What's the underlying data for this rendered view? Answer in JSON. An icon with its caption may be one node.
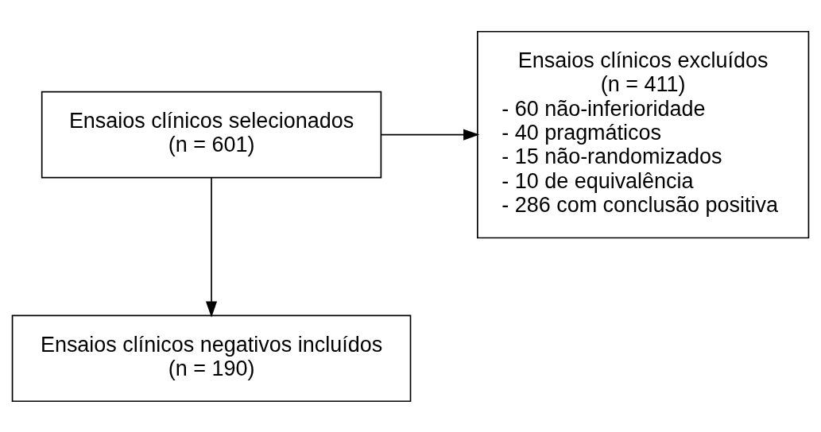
{
  "diagram": {
    "nodes": [
      {
        "text": [
          "Ensaios clínicos selecionados",
          "(n = 601)"
        ]
      },
      {
        "text": [
          "Ensaios clínicos excluídos",
          "(n = 411)",
          "- 60 não-inferioridade",
          "- 40 pragmáticos",
          "- 15 não-randomizados",
          "- 10 de equivalência",
          "- 286 com conclusão positiva"
        ]
      },
      {
        "text": [
          "Ensaios clínicos negativos incluídos",
          "(n = 190)"
        ]
      }
    ],
    "edges": [
      {
        "from": 0,
        "to": 2,
        "arrow": "to"
      },
      {
        "from": 0,
        "to": 1,
        "arrow": "to"
      }
    ]
  }
}
